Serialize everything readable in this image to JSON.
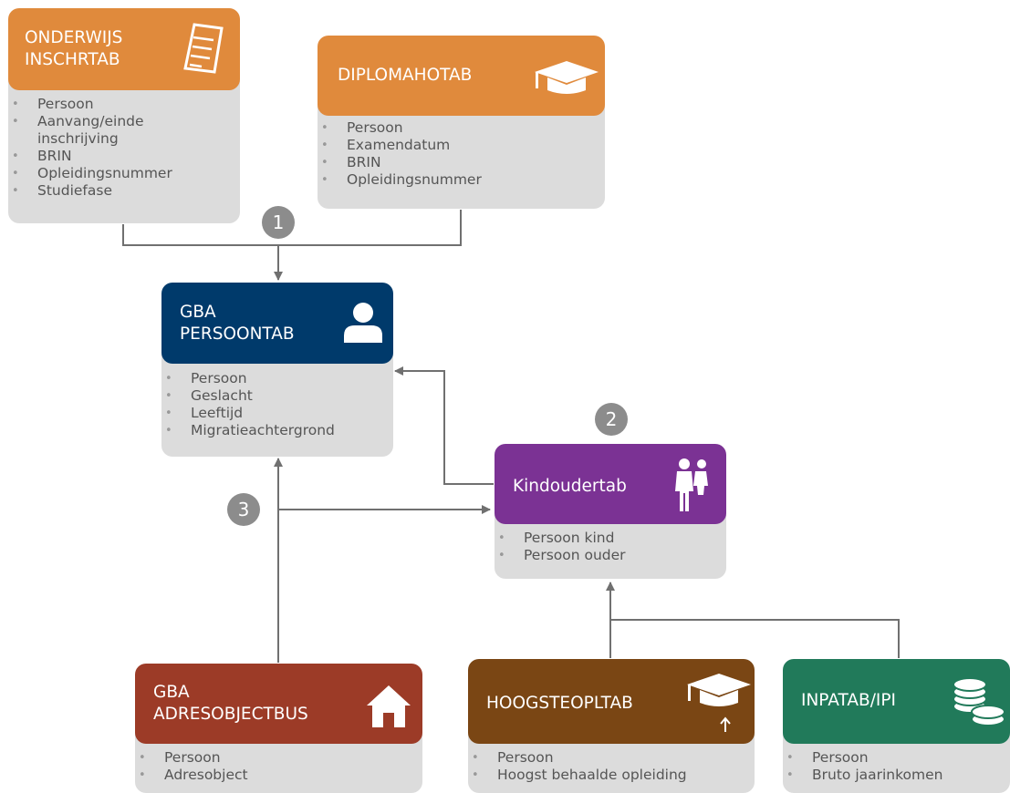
{
  "colors": {
    "orange": "#e08a3c",
    "navy": "#003a6b",
    "purple": "#7b3294",
    "rust": "#9c3b27",
    "brown": "#7a4614",
    "green": "#217a5a",
    "card_body": "#dcdcdc",
    "connector": "#707070",
    "badge": "#8c8c8c"
  },
  "badges": [
    "1",
    "2",
    "3"
  ],
  "cards": {
    "onderwijs": {
      "title_line1": "ONDERWIJS",
      "title_line2": "INSCHRTAB",
      "icon": "checklist-icon",
      "items": [
        "Persoon",
        "Aanvang/einde inschrijving",
        "BRIN",
        "Opleidingsnummer",
        "Studiefase"
      ]
    },
    "diploma": {
      "title": "DIPLOMAHOTAB",
      "icon": "graduation-cap-icon",
      "items": [
        "Persoon",
        "Examendatum",
        "BRIN",
        "Opleidingsnummer"
      ]
    },
    "gba_persoon": {
      "title_line1": "GBA",
      "title_line2": "PERSOONTAB",
      "icon": "person-icon",
      "items": [
        "Persoon",
        "Geslacht",
        "Leeftijd",
        "Migratieachtergrond"
      ]
    },
    "kindouder": {
      "title": "Kindoudertab",
      "icon": "parent-child-icon",
      "items": [
        "Persoon kind",
        "Persoon ouder"
      ]
    },
    "gba_adres": {
      "title_line1": "GBA",
      "title_line2": "ADRESOBJECTBUS",
      "icon": "house-icon",
      "items": [
        "Persoon",
        "Adresobject"
      ]
    },
    "hoogste": {
      "title": "HOOGSTEOPLTAB",
      "icon": "graduation-cap-up-icon",
      "items": [
        "Persoon",
        "Hoogst behaalde opleiding"
      ]
    },
    "inpatab": {
      "title": "INPATAB/IPI",
      "icon": "coins-icon",
      "items": [
        "Persoon",
        "Bruto jaarinkomen"
      ]
    }
  }
}
